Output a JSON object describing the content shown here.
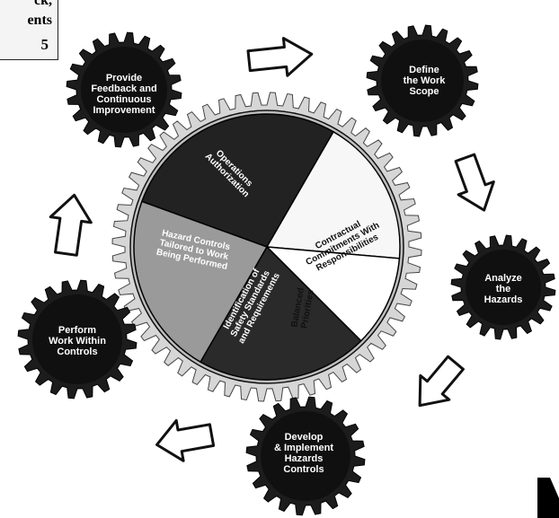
{
  "corner_box": {
    "line1": "ck,",
    "line2": "ents",
    "line3": "5"
  },
  "center_wedges": [
    {
      "id": "operations-authorization",
      "label": "Operations\nAuthorization",
      "fill": "#222222"
    },
    {
      "id": "contractual-commitments",
      "label": "Contractual\nCommitments With\nResponsibilities",
      "fill": "#f7f7f7"
    },
    {
      "id": "balanced-priorities",
      "label": "Balanced\nPriorities",
      "fill": "#ffffff"
    },
    {
      "id": "safety-standards",
      "label": "Identification of\nSafety Standards\nand Requirements",
      "fill": "#2a2a2a"
    },
    {
      "id": "hazard-controls-tailored",
      "label": "Hazard Controls\nTailored to Work\nBeing Performed",
      "fill": "#9a9a9a"
    }
  ],
  "outer_gears": [
    {
      "id": "provide-feedback",
      "label": "Provide\nFeedback and\nContinuous\nImprovement"
    },
    {
      "id": "define-work-scope",
      "label": "Define\nthe Work\nScope"
    },
    {
      "id": "analyze-hazards",
      "label": "Analyze\nthe\nHazards"
    },
    {
      "id": "develop-implement-controls",
      "label": "Develop\n& Implement\nHazards\nControls"
    },
    {
      "id": "perform-work",
      "label": "Perform\nWork Within\nControls"
    }
  ],
  "colors": {
    "gear_fill": "#1c1c1c",
    "gear_edge": "#000000",
    "arrow_stroke": "#111111",
    "arrow_fill": "#ffffff",
    "big_gear_teeth": "#d6d6d6"
  },
  "arrows": [
    {
      "id": "arrow-feedback-to-scope",
      "direction": "right"
    },
    {
      "id": "arrow-scope-to-hazards",
      "direction": "down"
    },
    {
      "id": "arrow-hazards-to-controls",
      "direction": "down-left"
    },
    {
      "id": "arrow-controls-to-perform",
      "direction": "left"
    },
    {
      "id": "arrow-perform-to-feedback",
      "direction": "up"
    }
  ]
}
